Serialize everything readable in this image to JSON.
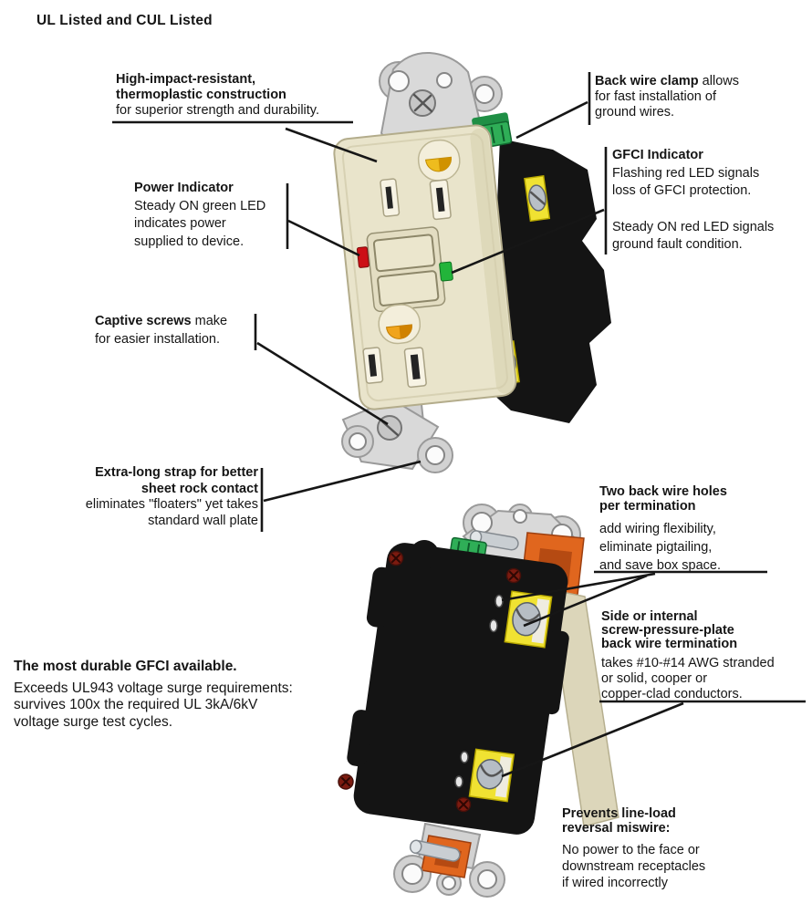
{
  "page_title": "UL Listed and CUL Listed",
  "callouts": {
    "high_impact": {
      "bold1": "High-impact-resistant,",
      "bold2": "thermoplastic construction",
      "body1": "for superior strength and durability."
    },
    "back_wire_clamp": {
      "bold": "Back wire clamp",
      "bold_tail": " allows",
      "body1": "for fast installation of",
      "body2": "ground wires."
    },
    "gfci_indicator": {
      "bold": "GFCI Indicator",
      "p1l1": "Flashing red LED signals",
      "p1l2": "loss of GFCI protection.",
      "p2l1": "Steady ON red LED signals",
      "p2l2": "ground fault condition."
    },
    "power_indicator": {
      "bold": "Power Indicator",
      "body1": "Steady ON green LED",
      "body2": "indicates power",
      "body3": "supplied to device."
    },
    "captive_screws": {
      "bold": "Captive screws",
      "bold_tail": " make",
      "body1": "for easier installation."
    },
    "extra_long_strap": {
      "bold1": "Extra-long strap for better",
      "bold2": "sheet rock contact",
      "body1": "eliminates \"floaters\" yet takes",
      "body2": "standard wall plate"
    },
    "most_durable": {
      "bold": "The most durable GFCI available.",
      "body1": "Exceeds UL943 voltage surge requirements:",
      "body2": "survives 100x the required UL 3kA/6kV",
      "body3": "voltage surge test cycles."
    },
    "two_back_wire_holes": {
      "bold1": "Two back wire holes",
      "bold2": "per termination",
      "body1": "add wiring flexibility,",
      "body2": "eliminate pigtailing,",
      "body3": "and save box space."
    },
    "side_internal": {
      "bold1": "Side or internal",
      "bold2": "screw-pressure-plate",
      "bold3": "back wire termination",
      "body1": "takes #10-#14 AWG stranded",
      "body2": "or solid, cooper or",
      "body3": "copper-clad conductors."
    },
    "prevents_miswire": {
      "bold1": "Prevents line-load",
      "bold2": "reversal miswire:",
      "body1": "No power to the face or",
      "body2": "downstream receptacles",
      "body3": "if wired incorrectly"
    }
  },
  "colors": {
    "led_red": "#cc1016",
    "led_green": "#22b43a",
    "clamp_green": "#2fae57",
    "bracket_orange": "#e0661e",
    "terminal_yellow": "#f0e232",
    "tab_yellow": "#eebc1e",
    "tab_orange": "#f0a41c",
    "face_ivory": "#e9e4cb",
    "body_black": "#141414",
    "strap_gray": "#d2d2d2",
    "text_black": "#151515"
  }
}
